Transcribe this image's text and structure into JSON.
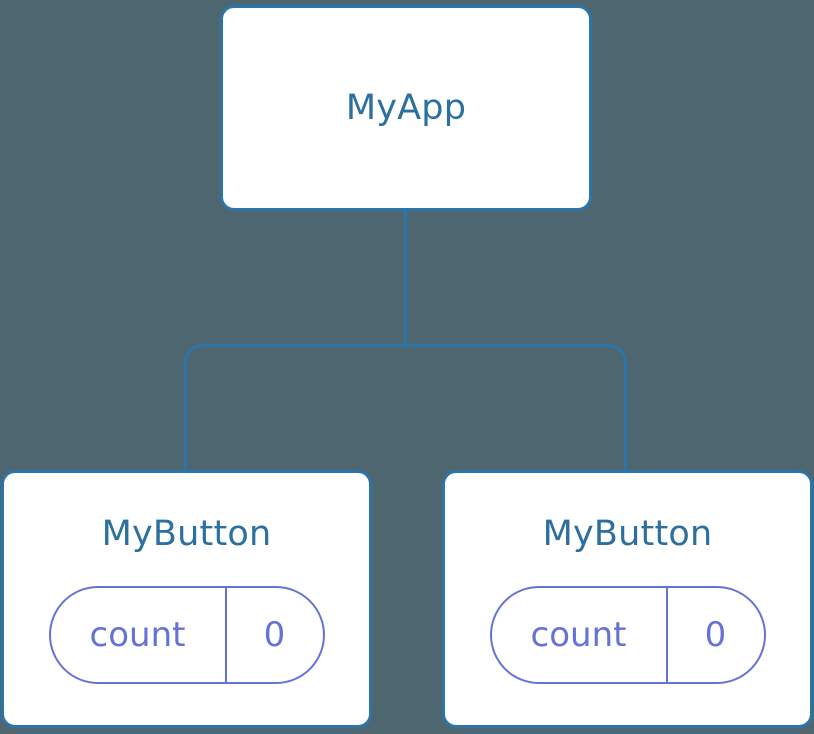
{
  "diagram": {
    "type": "component-tree",
    "background_color": "#4d666f",
    "node_stroke_color": "#2d74a8",
    "node_fill_color": "#ffffff",
    "node_text_color": "#2d6f9e",
    "state_accent_color": "#6673d6",
    "edge_color": "#2d74a8",
    "root": {
      "label": "MyApp"
    },
    "children": [
      {
        "label": "MyButton",
        "state": {
          "key": "count",
          "value": "0"
        }
      },
      {
        "label": "MyButton",
        "state": {
          "key": "count",
          "value": "0"
        }
      }
    ]
  }
}
